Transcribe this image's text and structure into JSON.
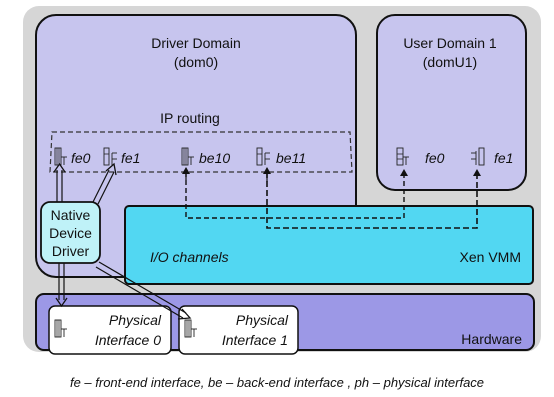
{
  "driver_domain": {
    "title": "Driver Domain",
    "subtitle": "(dom0)",
    "ip_routing_label": "IP routing"
  },
  "driver_interfaces": [
    "fe0",
    "fe1",
    "be10",
    "be11"
  ],
  "user_domain": {
    "title": "User Domain 1",
    "subtitle": "(domU1)"
  },
  "user_interfaces": [
    "fe0",
    "fe1"
  ],
  "native_driver": {
    "line1": "Native",
    "line2": "Device",
    "line3": "Driver"
  },
  "vmm": {
    "io_label": "I/O channels",
    "label": "Xen VMM"
  },
  "hardware": {
    "label": "Hardware"
  },
  "physical_interfaces": [
    {
      "line1": "Physical",
      "line2": "Interface 0"
    },
    {
      "line1": "Physical",
      "line2": "Interface 1"
    }
  ],
  "caption": "fe – front-end interface, be – back-end interface , ph – physical interface",
  "colors": {
    "outer_bg": "#d6d6d6",
    "domain_fill": "#c7c5ee",
    "vmm_fill": "#52d7f2",
    "hardware_fill": "#9c98e6",
    "driver_fill": "#bff2f8",
    "box_fill": "#ffffff",
    "stroke": "#111111"
  }
}
